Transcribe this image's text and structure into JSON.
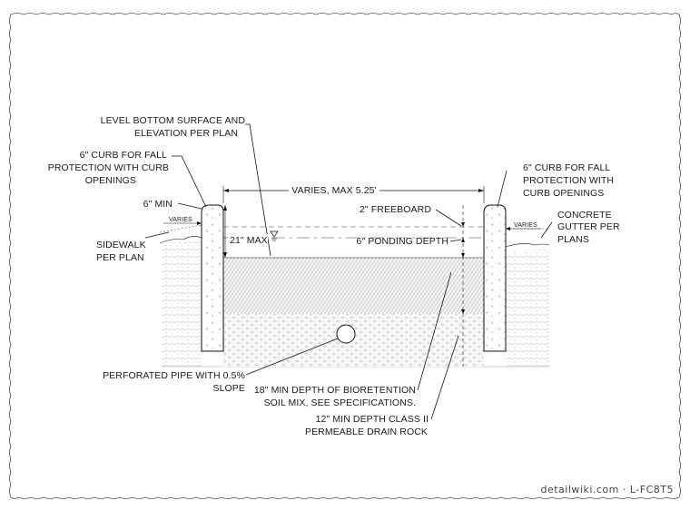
{
  "labels": {
    "level_bottom_line1": "LEVEL BOTTOM SURFACE AND",
    "level_bottom_line2": "ELEVATION PER PLAN",
    "curb_left_line1": "6\" CURB FOR FALL",
    "curb_left_line2": "PROTECTION WITH CURB",
    "curb_left_line3": "OPENINGS",
    "curb_right_line1": "6\" CURB FOR FALL",
    "curb_right_line2": "PROTECTION WITH",
    "curb_right_line3": "CURB OPENINGS",
    "varies_max": "VARIES, MAX 5.25'",
    "six_min": "6\" MIN",
    "varies_left": "VARIES",
    "varies_right": "VARIES",
    "freeboard": "2\" FREEBOARD",
    "max_21": "21\" MAX",
    "ponding": "6\" PONDING DEPTH",
    "sidewalk_line1": "SIDEWALK",
    "sidewalk_line2": "PER PLAN",
    "gutter_line1": "CONCRETE",
    "gutter_line2": "GUTTER PER",
    "gutter_line3": "PLANS",
    "pipe_line1": "PERFORATED PIPE WITH 0.5%",
    "pipe_line2": "SLOPE",
    "soil_line1": "18\" MIN DEPTH OF BIORETENTION",
    "soil_line2": "SOIL MIX, SEE SPECIFICATIONS.",
    "rock_line1": "12\" MIN DEPTH CLASS II",
    "rock_line2": "PERMEABLE DRAIN ROCK"
  },
  "watermark": "detailwiki.com · L-FC8T5",
  "colors": {
    "ink": "#111111",
    "background": "#ffffff"
  }
}
